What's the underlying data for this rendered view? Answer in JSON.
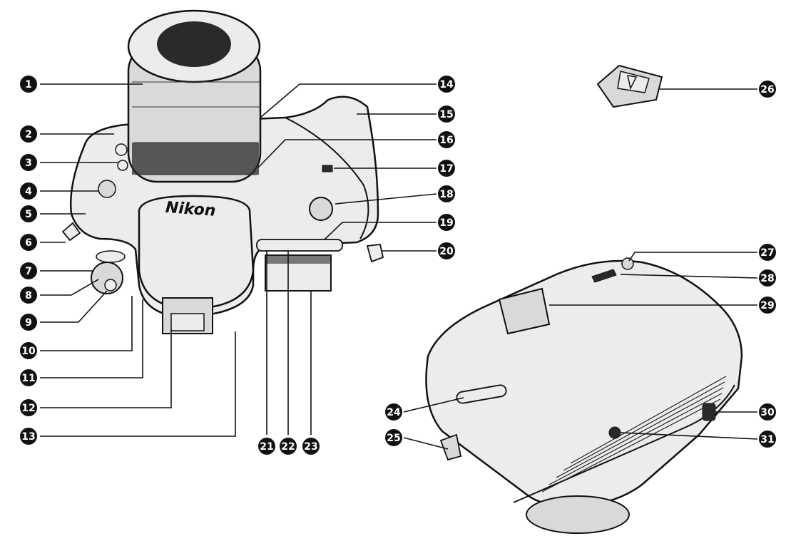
{
  "diagram": {
    "brand_text": "Nikon",
    "callouts": [
      {
        "label": "1",
        "side": "left"
      },
      {
        "label": "2",
        "side": "left"
      },
      {
        "label": "3",
        "side": "left"
      },
      {
        "label": "4",
        "side": "left"
      },
      {
        "label": "5",
        "side": "left"
      },
      {
        "label": "6",
        "side": "left"
      },
      {
        "label": "7",
        "side": "left"
      },
      {
        "label": "8",
        "side": "left"
      },
      {
        "label": "9",
        "side": "left"
      },
      {
        "label": "10",
        "side": "left"
      },
      {
        "label": "11",
        "side": "left"
      },
      {
        "label": "12",
        "side": "left"
      },
      {
        "label": "13",
        "side": "left"
      },
      {
        "label": "14",
        "side": "right"
      },
      {
        "label": "15",
        "side": "right"
      },
      {
        "label": "16",
        "side": "right"
      },
      {
        "label": "17",
        "side": "right"
      },
      {
        "label": "18",
        "side": "right"
      },
      {
        "label": "19",
        "side": "right"
      },
      {
        "label": "20",
        "side": "right"
      },
      {
        "label": "21",
        "side": "bottom"
      },
      {
        "label": "22",
        "side": "bottom"
      },
      {
        "label": "23",
        "side": "bottom"
      },
      {
        "label": "24",
        "side": "left"
      },
      {
        "label": "25",
        "side": "left"
      },
      {
        "label": "26",
        "side": "right"
      },
      {
        "label": "27",
        "side": "right"
      },
      {
        "label": "28",
        "side": "right"
      },
      {
        "label": "29",
        "side": "right"
      },
      {
        "label": "30",
        "side": "right"
      },
      {
        "label": "31",
        "side": "right"
      }
    ]
  }
}
